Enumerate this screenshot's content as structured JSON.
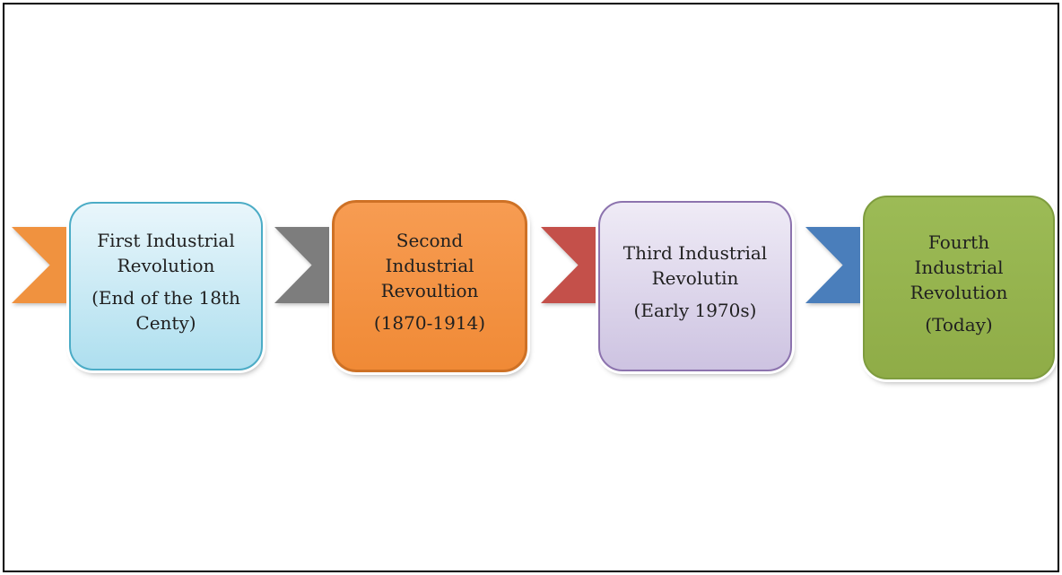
{
  "frame": {
    "border_color": "#000000",
    "background": "#ffffff"
  },
  "diagram": {
    "type": "process-flow",
    "text_color": "#202020",
    "steps": [
      {
        "name": "first-industrial-revolution",
        "title_lines": [
          "First Industrial",
          "Revolution"
        ],
        "subtitle_lines": [
          "(End of the 18th",
          "Centy)"
        ],
        "box_fill_top": "#E9F6FB",
        "box_fill_bottom": "#AEDFEF",
        "box_border": "#4BACC6",
        "connector_color": "#F0923F"
      },
      {
        "name": "second-industrial-revolution",
        "title_lines": [
          "Second",
          "Industrial",
          "Revoultion"
        ],
        "subtitle_lines": [
          "(1870-1914)"
        ],
        "box_fill_top": "#F79C52",
        "box_fill_bottom": "#F08A36",
        "box_border": "#CE7125",
        "connector_color": "#7D7D7D"
      },
      {
        "name": "third-industrial-revolution",
        "title_lines": [
          "Third Industrial",
          "Revolutin"
        ],
        "subtitle_lines": [
          "(Early 1970s)"
        ],
        "box_fill_top": "#EFEBF6",
        "box_fill_bottom": "#CDC3E1",
        "box_border": "#8C73AE",
        "connector_color": "#C4504A"
      },
      {
        "name": "fourth-industrial-revolution",
        "title_lines": [
          "Fourth",
          "Industrial",
          "Revolution"
        ],
        "subtitle_lines": [
          "(Today)"
        ],
        "box_fill_top": "#9CBB56",
        "box_fill_bottom": "#8FAC47",
        "box_border": "#7E9C3E",
        "connector_color": "#4A7EBB"
      }
    ]
  }
}
